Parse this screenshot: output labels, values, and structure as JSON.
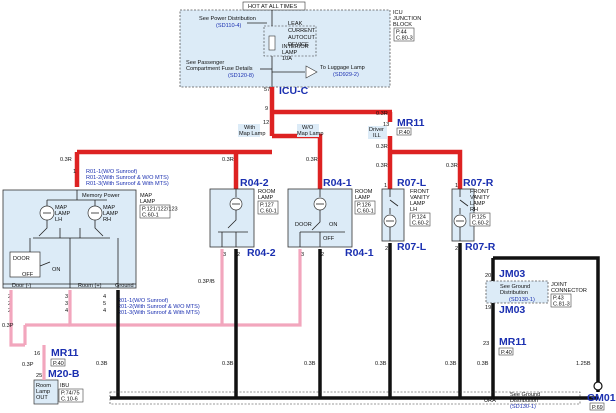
{
  "top": {
    "hot_label": "HOT AT ALL TIMES",
    "see_power": "See Power Distribution",
    "see_power_ref": "(SD110-4)",
    "leak_current": [
      "LEAK",
      "CURRENT",
      "AUTOCUT",
      "DEVICE"
    ],
    "interior_lamp": [
      "INTERIOR",
      "LAMP",
      "10A"
    ],
    "icu_junction": [
      "ICU",
      "JUNCTION",
      "BLOCK"
    ],
    "icu_ref1": "P.44",
    "icu_ref2": "C.80-3",
    "see_passenger": [
      "See Passenger",
      "Compartment Fuse Details"
    ],
    "see_passenger_ref": "(SD120-8)",
    "luggage": "To Luggage Lamp",
    "luggage_ref": "(SD929-2)",
    "icu_c": "ICU-C",
    "pin57": "57",
    "pin9": "9",
    "pin12": "12"
  },
  "mr11_top": {
    "name": "MR11",
    "pin": "13",
    "wire": "0.3R",
    "ref": "P.40"
  },
  "branch_labels": {
    "with_map": [
      "With",
      "Map Lamp"
    ],
    "wo_map": [
      "W/O",
      "Map Lamp"
    ],
    "driver_ill": [
      "Driver",
      "ILL"
    ]
  },
  "wires": {
    "w03r": "0.3R",
    "w03b": "0.3B",
    "w03p": "0.3P",
    "w03pb": "0.3P/B",
    "w125b": "1.25B"
  },
  "r01": {
    "top_lines": [
      "R01-1(W/O Sunroof)",
      "R01-2(With Sunroof & W/O MTS)",
      "R01-3(With Sunroof & With MTS)"
    ],
    "bottom_lines": [
      "R01-1(W/O Sunroof)",
      "R01-2(With Sunroof & W/O MTS)",
      "R01-3(With Sunroof & With MTS)"
    ],
    "memory_power": "Memory Power",
    "map_lamp": [
      "MAP",
      "LAMP"
    ],
    "map_lamp_refs": [
      "P.121/122/123",
      "C.60-1"
    ],
    "lh": [
      "MAP",
      "LAMP",
      "LH"
    ],
    "rh": [
      "MAP",
      "LAMP",
      "RH"
    ],
    "door": "DOOR",
    "on": "ON",
    "off": "OFF",
    "door_minus": "Door (-)",
    "room_plus": "Room (+)",
    "ground": "Ground"
  },
  "r04_2": {
    "top": "R04-2",
    "bottom": "R04-2",
    "label": [
      "ROOM",
      "LAMP"
    ],
    "refs": [
      "P.127",
      "C.60-1"
    ]
  },
  "r04_1": {
    "top": "R04-1",
    "bottom": "R04-1",
    "label": [
      "ROOM",
      "LAMP"
    ],
    "refs": [
      "P.126",
      "C.60-1"
    ],
    "door": "DOOR",
    "on": "ON",
    "off": "OFF"
  },
  "r07_l": {
    "top": "R07-L",
    "bottom": "R07-L",
    "label": [
      "FRONT",
      "VANITY",
      "LAMP",
      "LH"
    ],
    "refs": [
      "P.124",
      "C.60-2"
    ]
  },
  "r07_r": {
    "top": "R07-R",
    "bottom": "R07-R",
    "label": [
      "FRONT",
      "VANITY",
      "LAMP",
      "RH"
    ],
    "refs": [
      "P.125",
      "C.60-2"
    ]
  },
  "jm03": {
    "top": "JM03",
    "bottom": "JM03",
    "pin_top": "20",
    "pin_bottom": "19",
    "see_ground": "See Ground",
    "distribution": "Distribution",
    "ref": "(SD130-1)",
    "joint": [
      "JOINT",
      "CONNECTOR"
    ],
    "refs": [
      "P.43",
      "C.81-3"
    ]
  },
  "mr11_bottom_right": {
    "name": "MR11",
    "pin": "23",
    "ref": "P.40"
  },
  "mr11_bottom_left": {
    "name": "MR11",
    "pin": "16",
    "ref": "P.40"
  },
  "m20b": {
    "name": "M20-B",
    "pin": "25",
    "label": [
      "Room",
      "Lamp",
      "OUT"
    ],
    "ibu": "IBU",
    "refs": [
      "P.74/75",
      "C.10-6"
    ]
  },
  "ground": {
    "see": "See Ground",
    "distribution": "Distribution",
    "ref": "(SD130-1)",
    "ura": "URA",
    "gm01": "GM01",
    "gm_ref": "P.69"
  },
  "pins": {
    "p1": "1",
    "p2": "2",
    "p3": "3",
    "p4": "4",
    "p5": "5"
  }
}
